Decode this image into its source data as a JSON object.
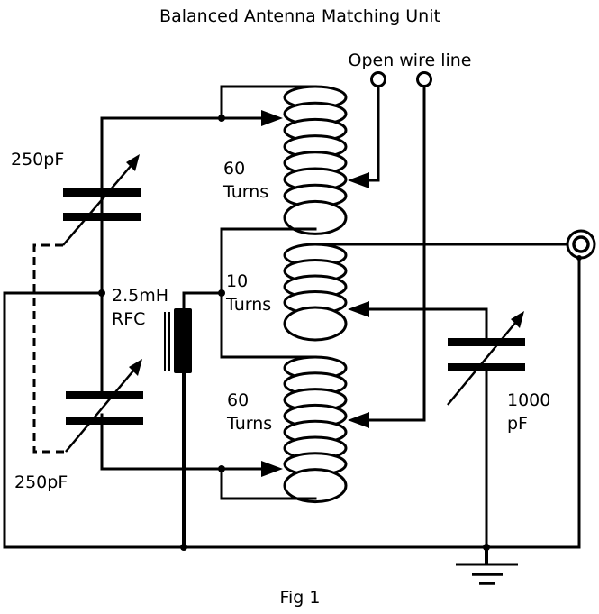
{
  "title": "Balanced Antenna Matching Unit",
  "caption": "Fig 1",
  "labels": {
    "open_wire": "Open wire line",
    "cap_top": "250pF",
    "cap_bottom": "250pF",
    "cap_output_value": "1000",
    "cap_output_unit": "pF",
    "rfc_value": "2.5mH",
    "rfc_name": "RFC",
    "coil_top_turns": "60",
    "coil_top_unit": "Turns",
    "coil_mid_turns": "10",
    "coil_mid_unit": "Turns",
    "coil_bot_turns": "60",
    "coil_bot_unit": "Turns"
  },
  "components": [
    {
      "id": "C1",
      "type": "variable-capacitor",
      "value": "250pF",
      "ganged_with": "C2"
    },
    {
      "id": "C2",
      "type": "variable-capacitor",
      "value": "250pF",
      "ganged_with": "C1"
    },
    {
      "id": "C3",
      "type": "variable-capacitor",
      "value": "1000 pF"
    },
    {
      "id": "L1",
      "type": "tapped-coil",
      "turns": 60
    },
    {
      "id": "L2",
      "type": "tapped-coil",
      "turns": 10
    },
    {
      "id": "L3",
      "type": "tapped-coil",
      "turns": 60
    },
    {
      "id": "RFC",
      "type": "iron-core-choke",
      "value": "2.5mH"
    },
    {
      "id": "J1",
      "type": "coax-connector"
    },
    {
      "id": "T1",
      "type": "terminal",
      "label": "Open wire line"
    },
    {
      "id": "T2",
      "type": "terminal",
      "label": "Open wire line"
    },
    {
      "id": "GND",
      "type": "ground"
    }
  ]
}
